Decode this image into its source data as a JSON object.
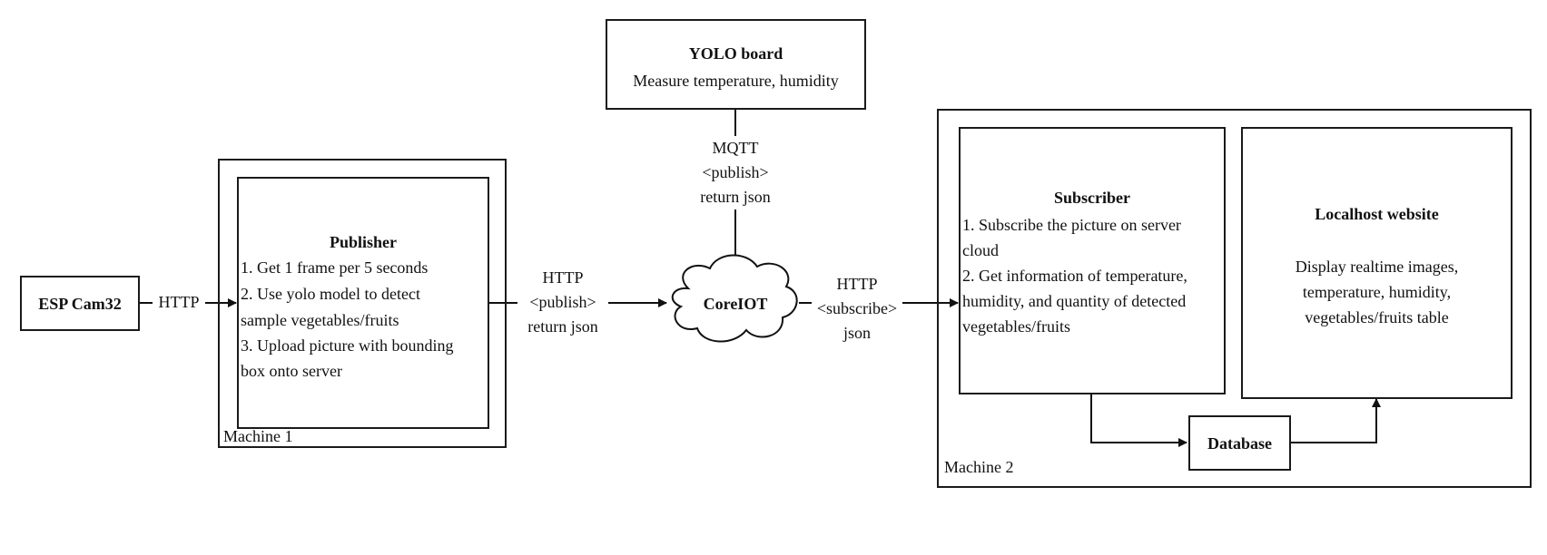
{
  "esp": {
    "title": "ESP Cam32"
  },
  "edge_esp_publisher": "HTTP",
  "machine1": {
    "label": "Machine 1",
    "publisher": {
      "title": "Publisher",
      "lines": [
        "1. Get 1 frame per 5 seconds",
        "2. Use yolo model to detect",
        "sample vegetables/fruits",
        "3. Upload picture with bounding",
        "box onto server"
      ]
    }
  },
  "edge_publisher_coreiot": [
    "HTTP",
    "<publish>",
    "return json"
  ],
  "yolo": {
    "title": "YOLO board",
    "subtitle": "Measure temperature, humidity"
  },
  "edge_yolo_coreiot": [
    "MQTT",
    "<publish>",
    "return json"
  ],
  "coreiot": {
    "title": "CoreIOT"
  },
  "edge_coreiot_subscriber": [
    "HTTP",
    "<subscribe>",
    "json"
  ],
  "machine2": {
    "label": "Machine 2",
    "subscriber": {
      "title": "Subscriber",
      "lines": [
        "1. Subscribe the picture on server",
        "cloud",
        "2. Get information of temperature,",
        "humidity, and quantity of detected",
        "vegetables/fruits"
      ]
    },
    "website": {
      "title": "Localhost website",
      "lines": [
        "Display realtime images,",
        "temperature, humidity,",
        "vegetables/fruits table"
      ]
    },
    "database": {
      "title": "Database"
    }
  }
}
